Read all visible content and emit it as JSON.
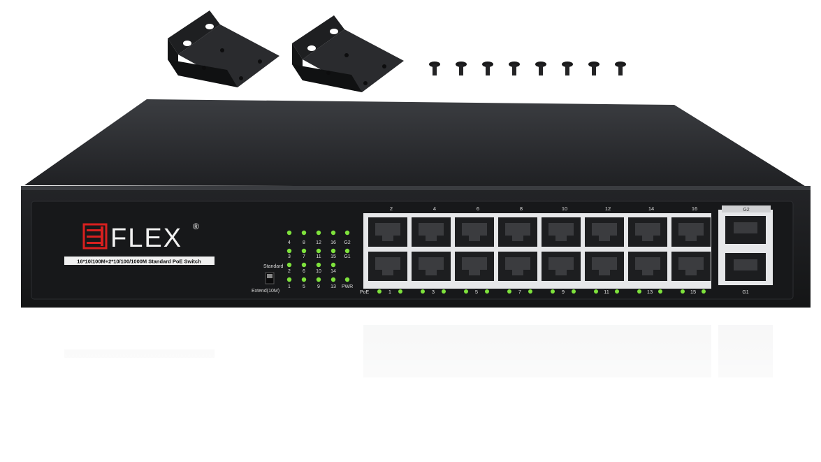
{
  "product": {
    "brand": "FLEX",
    "registered_mark": "®",
    "model_line": "16*10/100M+2*10/100/1000M Standard PoE Switch",
    "switch_mode_top": "Standard",
    "switch_mode_bottom": "Extend(10M)",
    "led_labels": {
      "col1_top": "4",
      "col2_top": "8",
      "col3_top": "12",
      "col4_top": "16",
      "col5_top": "G2",
      "col1_mid": "3",
      "col2_mid": "7",
      "col3_mid": "11",
      "col4_mid": "15",
      "col5_mid": "G1",
      "col1_low": "2",
      "col2_low": "6",
      "col3_low": "10",
      "col4_low": "14",
      "col1_bot": "1",
      "col2_bot": "5",
      "col3_bot": "9",
      "col4_bot": "13",
      "col5_bot": "PWR"
    },
    "top_port_numbers": [
      "2",
      "4",
      "6",
      "8",
      "10",
      "12",
      "14",
      "16"
    ],
    "bottom_port_numbers": [
      "1",
      "3",
      "5",
      "7",
      "9",
      "11",
      "13",
      "15"
    ],
    "poe_label": "PoE",
    "uplink_top": "G2",
    "uplink_bottom": "G1"
  },
  "colors": {
    "body": "#2a2c2f",
    "front": "#1b1c1e",
    "brand_red": "#d8201f",
    "led_green": "#7ee23c",
    "port_panel": "#e6e7e9"
  },
  "accessories": {
    "brackets": 2,
    "screws": 8
  }
}
